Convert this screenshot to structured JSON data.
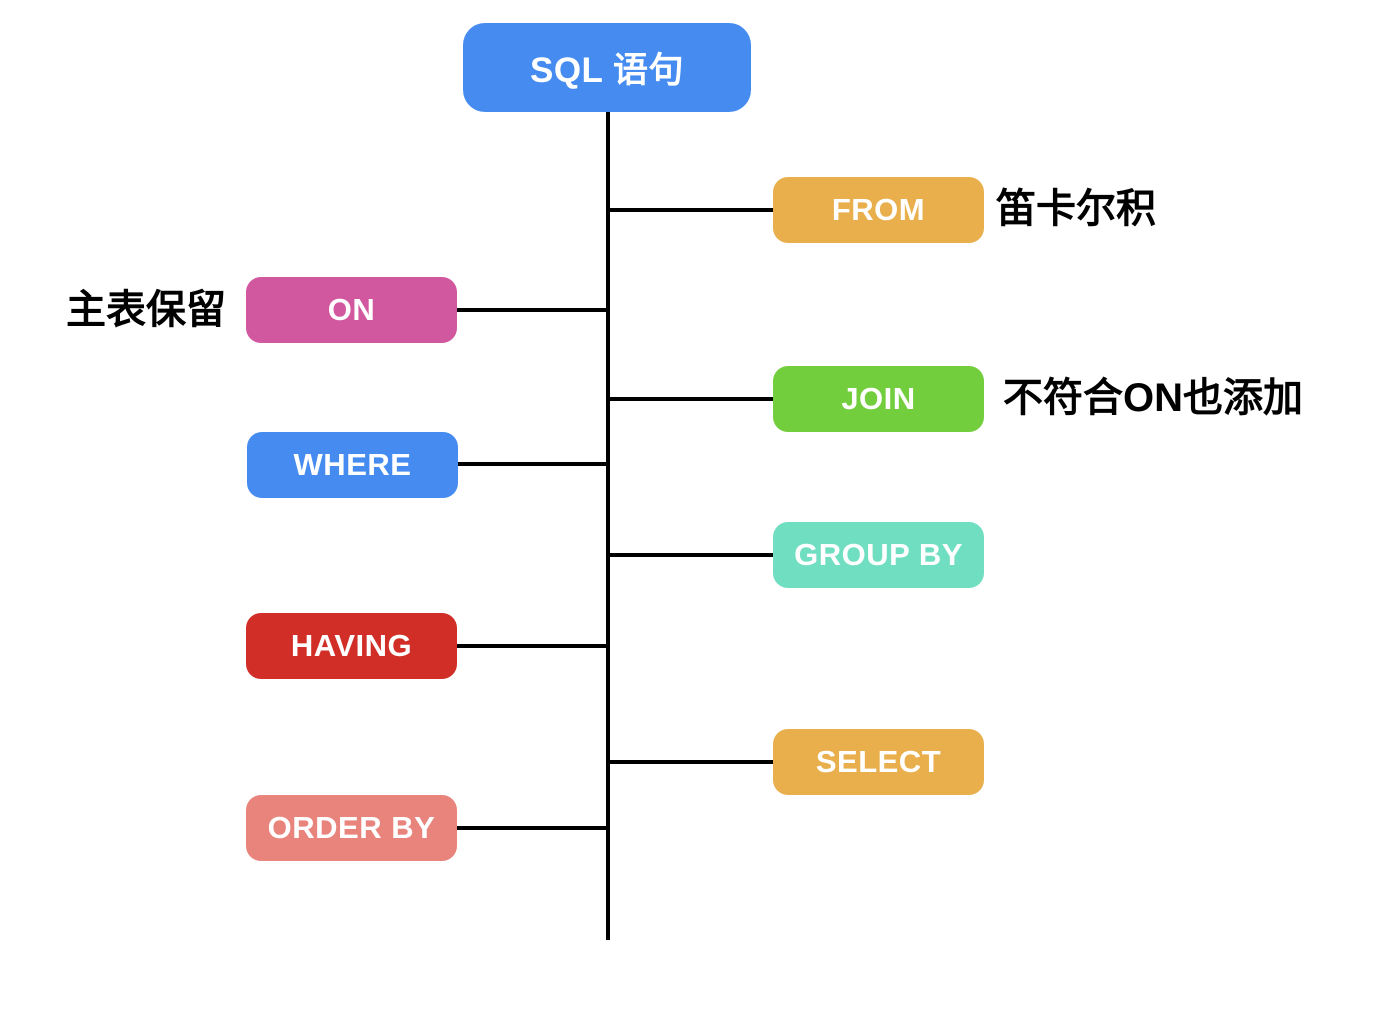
{
  "diagram": {
    "background": "#FFFFFF",
    "connector_color": "#000000",
    "root": {
      "label": "SQL 语句",
      "color": "#468CF0"
    },
    "nodes": [
      {
        "id": "from",
        "label": "FROM",
        "color": "#E9AF4D",
        "side": "right",
        "annotation": "笛卡尔积"
      },
      {
        "id": "on",
        "label": "ON",
        "color": "#D1589E",
        "side": "left",
        "annotation": "主表保留"
      },
      {
        "id": "join",
        "label": "JOIN",
        "color": "#73CE3E",
        "side": "right",
        "annotation": "不符合ON也添加"
      },
      {
        "id": "where",
        "label": "WHERE",
        "color": "#468CF0",
        "side": "left",
        "annotation": ""
      },
      {
        "id": "group_by",
        "label": "GROUP BY",
        "color": "#6FDEC1",
        "side": "right",
        "annotation": ""
      },
      {
        "id": "having",
        "label": "HAVING",
        "color": "#D02E26",
        "side": "left",
        "annotation": ""
      },
      {
        "id": "select",
        "label": "SELECT",
        "color": "#E9AF4D",
        "side": "right",
        "annotation": ""
      },
      {
        "id": "order_by",
        "label": "ORDER BY",
        "color": "#E9847D",
        "side": "left",
        "annotation": ""
      }
    ]
  }
}
